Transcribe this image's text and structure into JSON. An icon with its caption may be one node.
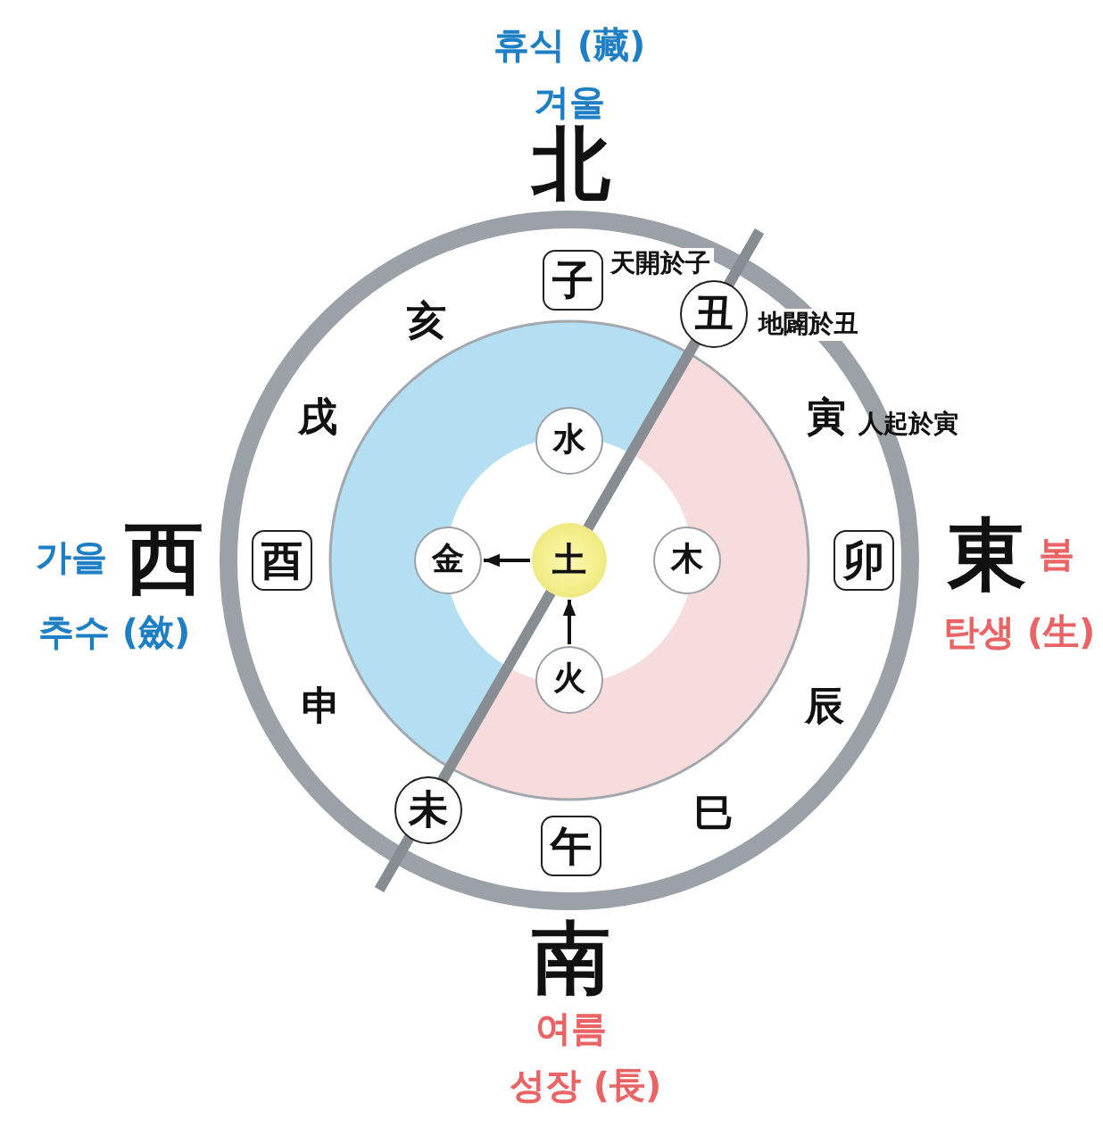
{
  "diagram": {
    "nodes": [
      {
        "text": [
          "子"
        ],
        "beside": [
          "天開於子"
        ]
      },
      {
        "text": [
          "丑"
        ],
        "beside": [
          "地闢於丑"
        ]
      },
      {
        "text": [
          "水"
        ]
      },
      {
        "text": [
          "酉"
        ]
      },
      {
        "text": [
          "金"
        ]
      },
      {
        "text": [
          "土"
        ]
      },
      {
        "text": [
          "木"
        ]
      },
      {
        "text": [
          "卯"
        ]
      },
      {
        "text": [
          "火"
        ]
      },
      {
        "text": [
          "未"
        ]
      },
      {
        "text": [
          "午"
        ]
      }
    ],
    "edges": [
      {
        "from": 5,
        "to": 4,
        "arrow": "to"
      },
      {
        "from": 8,
        "to": 5,
        "arrow": "to"
      }
    ],
    "labels": [
      "휴식 (藏)",
      "겨울",
      "北",
      "亥",
      "戌",
      "寅",
      "人起於寅",
      "가을",
      "西",
      "東",
      "봄",
      "추수 (斂)",
      "탄생 (生)",
      "申",
      "辰",
      "巳",
      "南",
      "여름",
      "성장 (長)"
    ]
  }
}
